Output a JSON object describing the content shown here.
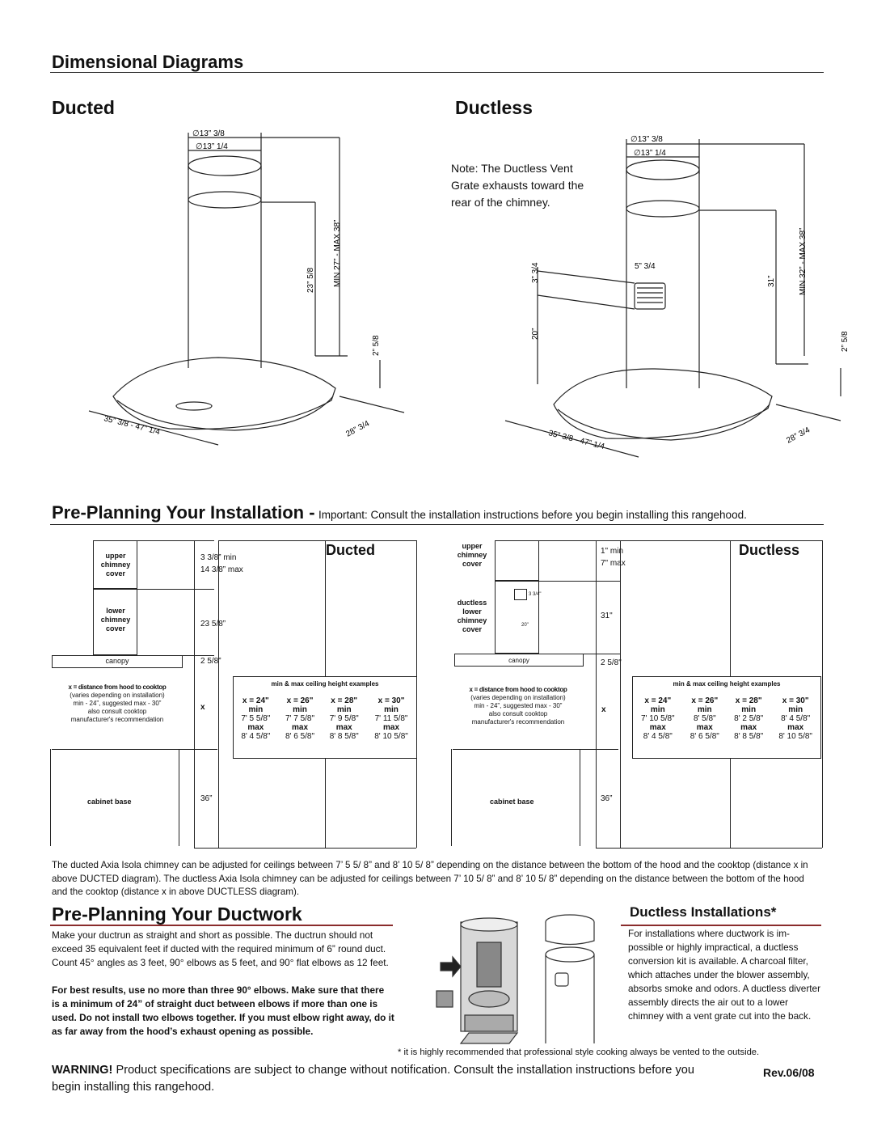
{
  "header": {
    "title": "Dimensional Diagrams",
    "ducted_heading": "Ducted",
    "ductless_heading": "Ductless"
  },
  "ducted_diagram": {
    "dia_outer": "∅13” 3/8",
    "dia_inner": "∅13” 1/4",
    "chimney_height": "23” 5/8",
    "min_max": "MIN 27” - MAX 38”",
    "canopy_height": "2” 5/8",
    "width": "35” 3/8 - 47” 1/4",
    "depth": "28” 3/4"
  },
  "ductless_diagram": {
    "note": "Note: The Ductless Vent Grate exhausts toward the rear of the chimney.",
    "dia_outer": "∅13” 3/8",
    "dia_inner": "∅13” 1/4",
    "grate_height": "3” 3/4",
    "grate_width": "5” 3/4",
    "lower_height": "20”",
    "chimney_height": "31”",
    "min_max": "MIN 32” - MAX 38”",
    "canopy_height": "2” 5/8",
    "width": "35” 3/8 - 47” 1/4",
    "depth": "28” 3/4"
  },
  "preplan": {
    "title": "Pre-Planning Your Installation -",
    "important": "Important: Consult the installation instructions before you begin installing this rangehood."
  },
  "ducted_install": {
    "label": "Ducted",
    "upper": "upper chimney cover",
    "upper_min": "3 3/8” min",
    "upper_max": "14 3/8” max",
    "lower": "lower chimney cover",
    "lower_dim": "23 5/8”",
    "canopy": "canopy",
    "canopy_dim": "2 5/8”",
    "x_def": "x = distance from hood to cooktop",
    "x_note1": "(varies depending on installation)",
    "x_note2": "min - 24”, suggested max - 30”",
    "x_note3": "also consult cooktop",
    "x_note4": "manufacturer's recommendation",
    "x": "x",
    "cabinet": "cabinet base",
    "cabinet_dim": "36”",
    "table_title": "min & max ceiling height examples",
    "cols": [
      "x = 24\"",
      "x = 26\"",
      "x = 28\"",
      "x = 30\""
    ],
    "min_label": "min",
    "max_label": "max",
    "mins": [
      "7' 5 5/8\"",
      "7' 7 5/8\"",
      "7' 9 5/8\"",
      "7' 11 5/8\""
    ],
    "maxs": [
      "8' 4 5/8\"",
      "8' 6 5/8\"",
      "8' 8 5/8\"",
      "8' 10 5/8\""
    ]
  },
  "ductless_install": {
    "label": "Ductless",
    "upper": "upper chimney cover",
    "upper_min": "1\" min",
    "upper_max": "7\" max",
    "lower": "ductless lower chimney cover",
    "grate_dim": "3 3/4\"",
    "lower_inner": "20\"",
    "lower_dim": "31\"",
    "canopy": "canopy",
    "canopy_dim": "2 5/8\"",
    "x_def": "x = distance from hood to cooktop",
    "x_note1": "(varies depending on installation)",
    "x_note2": "min - 24”, suggested max - 30”",
    "x_note3": "also consult cooktop",
    "x_note4": "manufacturer's recommendation",
    "x": "x",
    "cabinet": "cabinet base",
    "cabinet_dim": "36”",
    "table_title": "min & max ceiling height examples",
    "cols": [
      "x = 24\"",
      "x = 26\"",
      "x = 28\"",
      "x = 30\""
    ],
    "min_label": "min",
    "max_label": "max",
    "mins": [
      "7' 10 5/8\"",
      "8' 5/8\"",
      "8' 2 5/8\"",
      "8' 4 5/8\""
    ],
    "maxs": [
      "8' 4 5/8\"",
      "8' 6 5/8\"",
      "8' 8 5/8\"",
      "8' 10 5/8\""
    ]
  },
  "summary": "The ducted Axia Isola chimney can be adjusted for ceilings between 7’ 5 5/ 8” and 8’ 10 5/ 8” depending on the distance between the bottom of the hood and the cooktop (distance x in above DUCTED diagram). The ductless Axia Isola chimney can be adjusted for ceilings between 7’ 10 5/ 8” and 8’ 10 5/ 8” depending on the distance between the bottom of the hood and the cooktop (distance x in above DUCTLESS diagram).",
  "ductwork": {
    "title": "Pre-Planning Your Ductwork",
    "p1": "Make your ductrun as straight and short as possible. The ductrun should not exceed 35 equivalent feet if ducted with the required minimum of 6” round duct. Count 45° angles as 3 feet, 90° elbows as 5 feet, and 90° flat elbows as 12 feet.",
    "p2": "For best results, use no more than three 90° elbows. Make sure that there is a minimum of 24” of straight duct between elbows if more than one is used. Do not install two elbows together. If you must elbow right away, do it as far away from the hood’s exhaust opening as possible."
  },
  "ductless_installs": {
    "title": "Ductless Installations*",
    "p": "For installations where ductwork is im- possible or highly impractical, a ductless conversion kit is available. A charcoal filter, which attaches under the blower assembly, absorbs smoke and odors. A ductless diverter assembly directs the air out to a lower chimney with a vent grate cut into the back.",
    "footnote": "* it is highly recommended that professional style cooking always be vented to the outside."
  },
  "footer": {
    "warning": "WARNING!",
    "text": "Product specifications are subject to change without notification. Consult the installation instructions before you begin installing this rangehood.",
    "rev": "Rev.06/08"
  }
}
